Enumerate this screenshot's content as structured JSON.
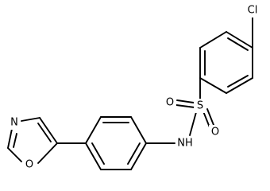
{
  "molecule": {
    "atoms": {
      "chlorine": "Cl",
      "sulfur": "S",
      "oxygen_top": "O",
      "oxygen_right": "O",
      "amine": "NH",
      "ring_nitrogen": "N",
      "ring_oxygen": "O"
    }
  },
  "colors": {
    "bond": "#000000",
    "background": "#ffffff"
  }
}
